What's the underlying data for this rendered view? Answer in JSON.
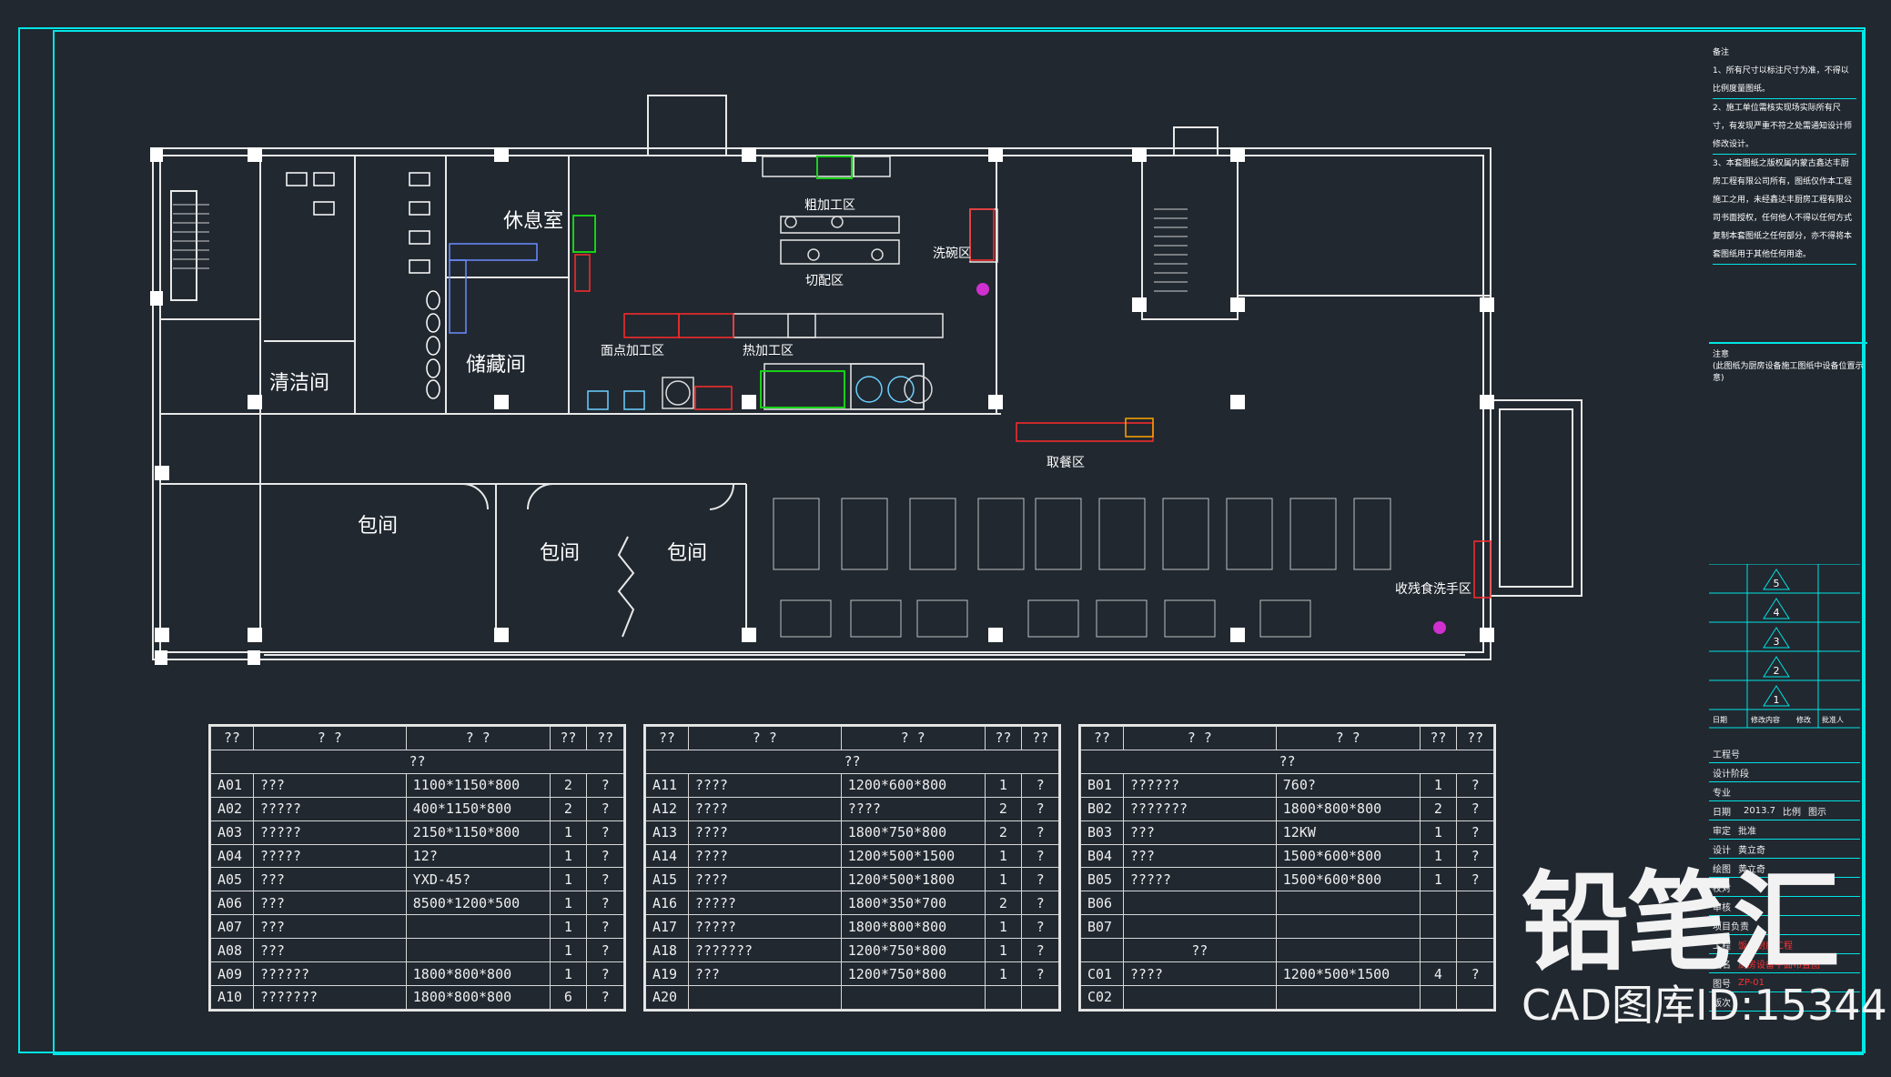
{
  "plan": {
    "rooms": {
      "rest": "休息室",
      "storage": "储藏间",
      "cleaning": "清洁间",
      "private1": "包间",
      "private2": "包间",
      "private3": "包间",
      "rough": "粗加工区",
      "wash": "洗碗区",
      "cut": "切配区",
      "pastry": "面点加工区",
      "hot": "热加工区",
      "serve": "取餐区",
      "collect": "收残食洗手区"
    }
  },
  "side": {
    "notes_title": "备注",
    "notes": [
      "1、所有尺寸以标注尺寸为准，不得以比例度量图纸。",
      "2、施工单位需核实现场实际所有尺寸，有发现严重不符之处需通知设计师修改设计。",
      "3、本套图纸之版权属内蒙古鑫达丰厨房工程有限公司所有，图纸仅作本工程施工之用，未经鑫达丰厨房工程有限公司书面授权，任何他人不得以任何方式复制本套图纸之任何部分，亦不得将本套图纸用于其他任何用途。"
    ],
    "attention_title": "注意",
    "attention": "(此图纸为厨房设备施工图纸中设备位置示意)",
    "revs": [
      "5",
      "4",
      "3",
      "2",
      "1"
    ],
    "rev_headers": [
      "日期",
      "修改内容",
      "修改",
      "批准人"
    ],
    "tb_rows": [
      [
        "工程号",
        ""
      ],
      [
        "设计阶段",
        ""
      ],
      [
        "专业",
        ""
      ],
      [
        "日期",
        "2013.7"
      ],
      [
        "审定",
        "批准"
      ],
      [
        "设计",
        "黄立奇"
      ],
      [
        "绘图",
        "黄立奇"
      ],
      [
        "校对",
        ""
      ],
      [
        "审核",
        ""
      ],
      [
        "项目负责",
        ""
      ],
      [
        "工程",
        "饭店厨房工程"
      ],
      [
        "图名",
        "厨房设备平面布置图"
      ],
      [
        "图号",
        "ZP-01"
      ],
      [
        "版次",
        ""
      ]
    ],
    "scale_label": "比例",
    "scale_value": "图示"
  },
  "watermark": {
    "brand": "铅笔汇",
    "id": "CAD图库ID:15344"
  },
  "tables": [
    {
      "header": [
        "??",
        "?  ?",
        "?  ?",
        "??",
        "??"
      ],
      "section": "??",
      "rows": [
        [
          "A01",
          "???",
          "1100*1150*800",
          "2",
          "?"
        ],
        [
          "A02",
          "?????",
          "400*1150*800",
          "2",
          "?"
        ],
        [
          "A03",
          "?????",
          "2150*1150*800",
          "1",
          "?"
        ],
        [
          "A04",
          "?????",
          "12?",
          "1",
          "?"
        ],
        [
          "A05",
          "???",
          "YXD-45?",
          "1",
          "?"
        ],
        [
          "A06",
          "???",
          "8500*1200*500",
          "1",
          "?"
        ],
        [
          "A07",
          "???",
          "",
          "1",
          "?"
        ],
        [
          "A08",
          "???",
          "",
          "1",
          "?"
        ],
        [
          "A09",
          "??????",
          "1800*800*800",
          "1",
          "?"
        ],
        [
          "A10",
          "???????",
          "1800*800*800",
          "6",
          "?"
        ]
      ]
    },
    {
      "header": [
        "??",
        "?  ?",
        "?  ?",
        "??",
        "??"
      ],
      "section": "??",
      "rows": [
        [
          "A11",
          "????",
          "1200*600*800",
          "1",
          "?"
        ],
        [
          "A12",
          "????",
          "????",
          "2",
          "?"
        ],
        [
          "A13",
          "????",
          "1800*750*800",
          "2",
          "?"
        ],
        [
          "A14",
          "????",
          "1200*500*1500",
          "1",
          "?"
        ],
        [
          "A15",
          "????",
          "1200*500*1800",
          "1",
          "?"
        ],
        [
          "A16",
          "?????",
          "1800*350*700",
          "2",
          "?"
        ],
        [
          "A17",
          "?????",
          "1800*800*800",
          "1",
          "?"
        ],
        [
          "A18",
          "???????",
          "1200*750*800",
          "1",
          "?"
        ],
        [
          "A19",
          "???",
          "1200*750*800",
          "1",
          "?"
        ],
        [
          "A20",
          "",
          "",
          "",
          ""
        ]
      ]
    },
    {
      "header": [
        "??",
        "?  ?",
        "?  ?",
        "??",
        "??"
      ],
      "section": "??",
      "rows": [
        [
          "B01",
          "??????",
          "760?",
          "1",
          "?"
        ],
        [
          "B02",
          "???????",
          "1800*800*800",
          "2",
          "?"
        ],
        [
          "B03",
          "???",
          "12KW",
          "1",
          "?"
        ],
        [
          "B04",
          "???",
          "1500*600*800",
          "1",
          "?"
        ],
        [
          "B05",
          "?????",
          "1500*600*800",
          "1",
          "?"
        ],
        [
          "B06",
          "",
          "",
          "",
          ""
        ],
        [
          "B07",
          "",
          "",
          "",
          ""
        ],
        [
          "",
          "??",
          "",
          "",
          ""
        ],
        [
          "C01",
          "????",
          "1200*500*1500",
          "4",
          "?"
        ],
        [
          "C02",
          "",
          "",
          "",
          ""
        ]
      ]
    }
  ]
}
